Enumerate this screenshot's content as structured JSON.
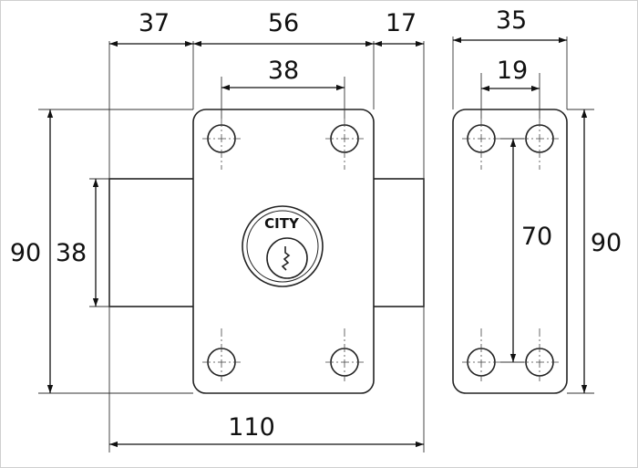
{
  "brand": "CITY",
  "dimensions": {
    "front_left_width": "37",
    "front_plate_width": "56",
    "front_right_width": "17",
    "front_hole_spacing": "38",
    "front_total_height": "90",
    "front_body_height": "38",
    "front_total_width": "110",
    "side_width": "35",
    "side_hole_spacing": "19",
    "side_hole_vertical": "70",
    "side_total_height": "90"
  }
}
